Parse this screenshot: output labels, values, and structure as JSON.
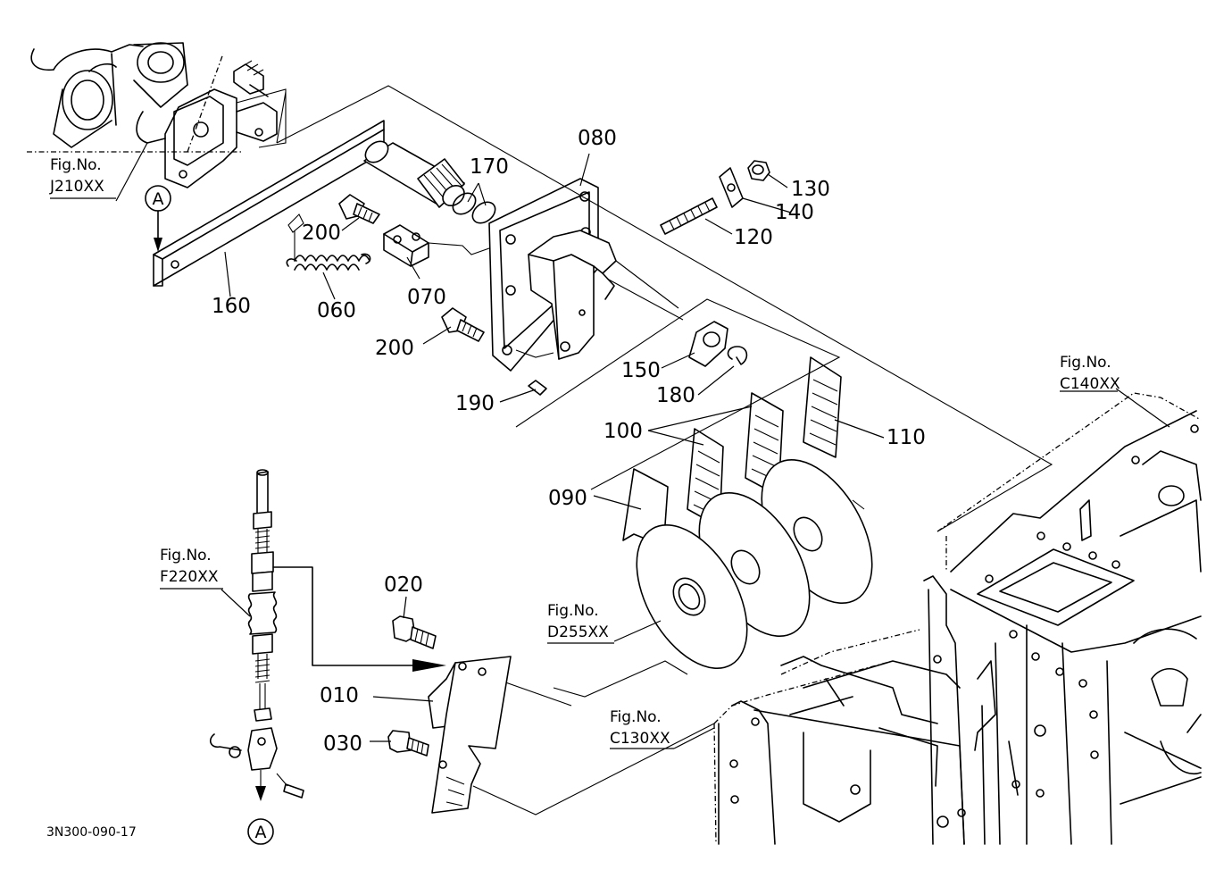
{
  "diagram": {
    "drawing_code": "3N300-090-17",
    "callouts": [
      "010",
      "020",
      "030",
      "060",
      "070",
      "080",
      "090",
      "100",
      "110",
      "120",
      "130",
      "140",
      "150",
      "160",
      "170",
      "180",
      "190",
      "200",
      "200"
    ],
    "fig_refs": [
      {
        "line1": "Fig.No.",
        "line2": "J210XX"
      },
      {
        "line1": "Fig.No.",
        "line2": "F220XX"
      },
      {
        "line1": "Fig.No.",
        "line2": "D255XX"
      },
      {
        "line1": "Fig.No.",
        "line2": "C130XX"
      },
      {
        "line1": "Fig.No.",
        "line2": "C140XX"
      }
    ],
    "markers": [
      "A",
      "A"
    ]
  }
}
